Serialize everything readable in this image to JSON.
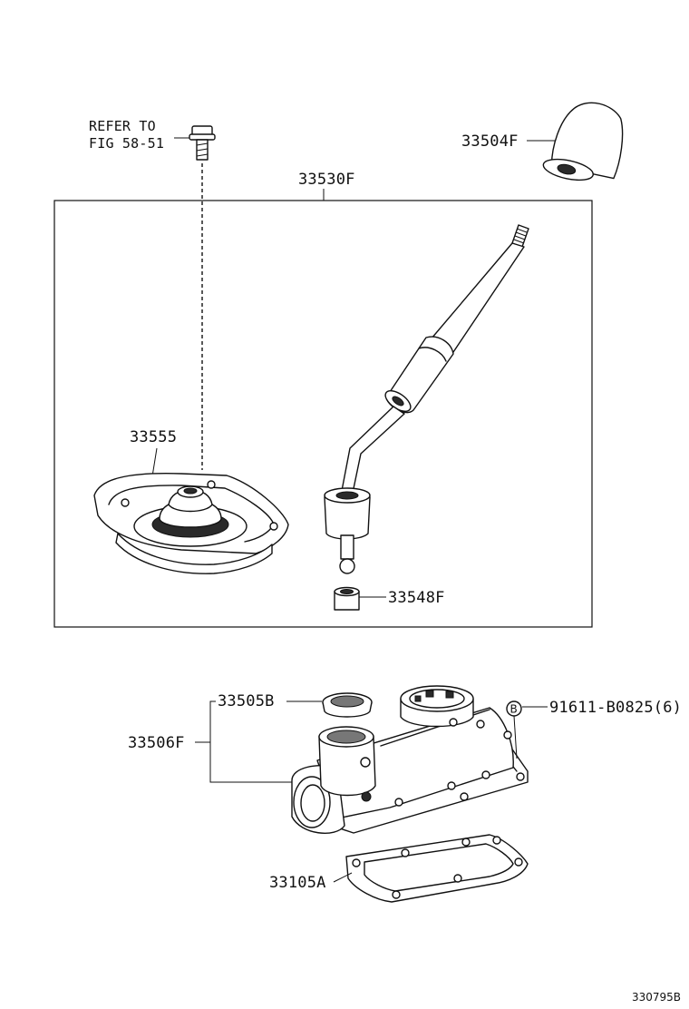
{
  "labels": {
    "refer_line1": "REFER TO",
    "refer_line2": "FIG 58-51",
    "knob": "33504F",
    "lever_assy": "33530F",
    "boot_retainer": "33555",
    "bushing": "33548F",
    "seal": "33505B",
    "retainer": "33506F",
    "bolt_ref": "91611-B0825(6)",
    "bolt_marker": "B",
    "gasket": "33105A",
    "figure_id": "330795B"
  }
}
